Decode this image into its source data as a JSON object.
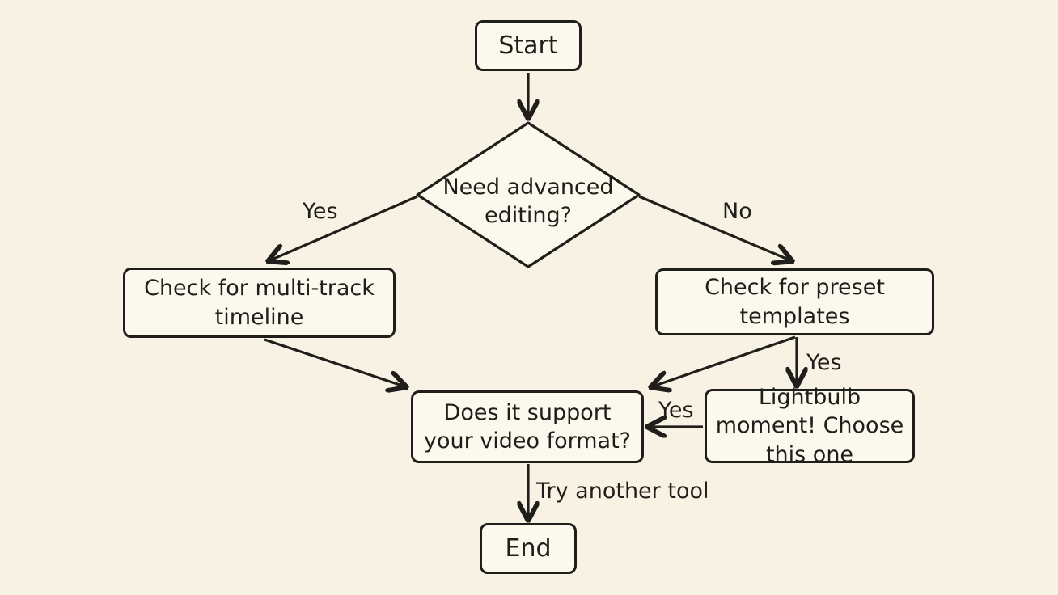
{
  "diagram": {
    "type": "flowchart",
    "style": "hand-drawn",
    "colors": {
      "background": "#f7f2e3",
      "node_fill": "#fbf8ee",
      "stroke": "#201e1a"
    },
    "nodes": {
      "start": {
        "label": "Start",
        "shape": "rounded-rect"
      },
      "decision": {
        "label": "Need advanced editing?",
        "shape": "diamond"
      },
      "multitrack": {
        "label": "Check for multi-track timeline",
        "shape": "rounded-rect"
      },
      "preset": {
        "label": "Check for preset templates",
        "shape": "rounded-rect"
      },
      "format": {
        "label": "Does it support your video format?",
        "shape": "rounded-rect"
      },
      "lightbulb": {
        "label": "Lightbulb moment! Choose this one",
        "shape": "rounded-rect"
      },
      "end": {
        "label": "End",
        "shape": "rounded-rect"
      }
    },
    "edges": [
      {
        "from": "start",
        "to": "decision",
        "label": ""
      },
      {
        "from": "decision",
        "to": "multitrack",
        "label": "Yes"
      },
      {
        "from": "decision",
        "to": "preset",
        "label": "No"
      },
      {
        "from": "multitrack",
        "to": "format",
        "label": ""
      },
      {
        "from": "preset",
        "to": "format",
        "label": ""
      },
      {
        "from": "preset",
        "to": "lightbulb",
        "label": "Yes"
      },
      {
        "from": "lightbulb",
        "to": "format",
        "label": "Yes"
      },
      {
        "from": "format",
        "to": "end",
        "label": "Try another tool"
      }
    ]
  }
}
